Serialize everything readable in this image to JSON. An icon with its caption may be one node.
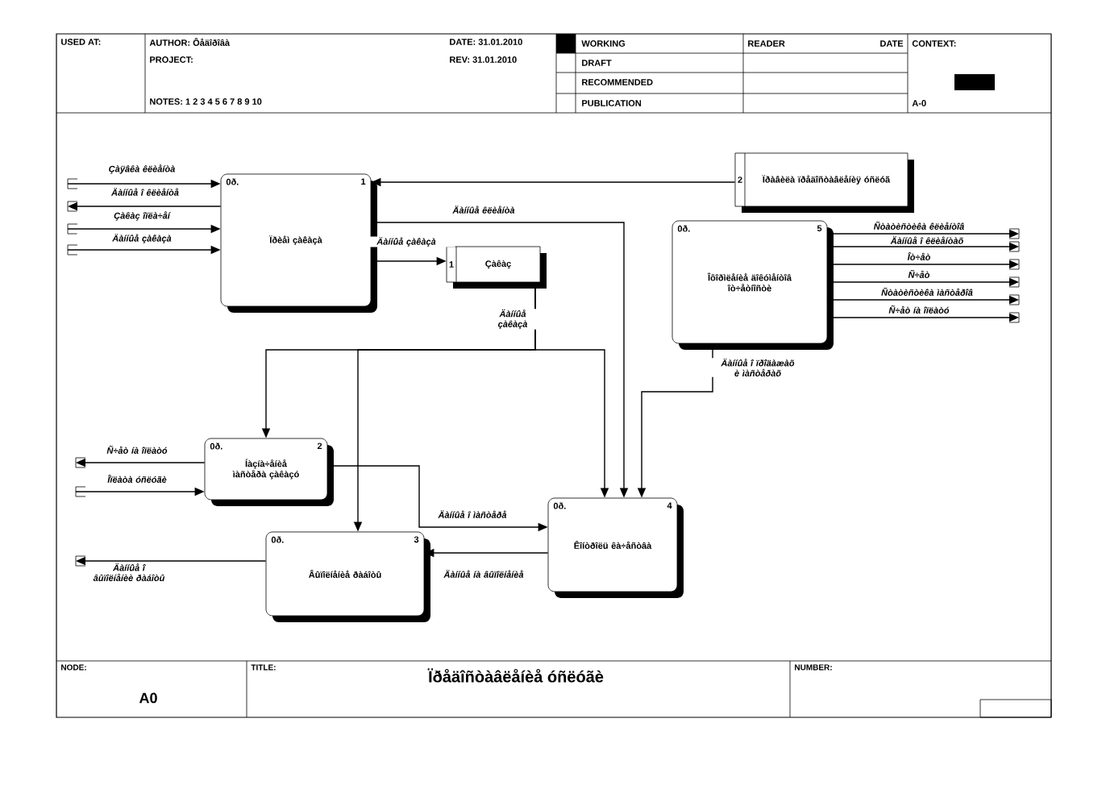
{
  "diagram": {
    "title": "Ïðåäîñòàâëåíèå óñëóãè",
    "nodes": [
      {
        "text": [
          "Ïðèåì çàêàçà",
          "0ð.",
          "1"
        ]
      },
      {
        "text": [
          "1",
          "Çàêàç"
        ]
      },
      {
        "text": [
          "2",
          "Ïðàâèëà ïðåäîñòàâëåíèÿ óñëóã"
        ]
      },
      {
        "text": [
          "Îôîðìëåíèå äîêóìåíòîâ îò÷åòíîñòè",
          "0ð.",
          "5"
        ]
      },
      {
        "text": [
          "Íàçíà÷åíèå ìàñòåðà çàêàçó",
          "0ð.",
          "2"
        ]
      },
      {
        "text": [
          "Êîíòðîëü êà÷åñòâà",
          "0ð.",
          "4"
        ]
      },
      {
        "text": [
          "Âûïîëíåíèå ðàáîòû",
          "0ð.",
          "3"
        ]
      }
    ],
    "edges": [
      {
        "from": null,
        "to": 0,
        "arrow": "to",
        "label": "Çàÿâêà êëèåíòà"
      },
      {
        "from": 0,
        "to": null,
        "arrow": "to",
        "label": "Äàííûå î êëèåíòå"
      },
      {
        "from": null,
        "to": 0,
        "arrow": "to",
        "label": "Çàêàç îïëà÷åí"
      },
      {
        "from": null,
        "to": 0,
        "arrow": "to",
        "label": "Äàííûå çàêàçà"
      },
      {
        "from": 2,
        "to": 0,
        "arrow": "to"
      },
      {
        "from": 0,
        "to": 5,
        "arrow": "to",
        "label": "Äàííûå êëèåíòà"
      },
      {
        "from": 0,
        "to": 1,
        "arrow": "to",
        "label": "Äàííûå çàêàçà"
      },
      {
        "from": 1,
        "to": 4,
        "arrow": "to",
        "label": "Äàííûå çàêàçà"
      },
      {
        "from": 1,
        "to": 6,
        "arrow": "to"
      },
      {
        "from": 1,
        "to": 5,
        "arrow": "to"
      },
      {
        "from": 3,
        "to": 5,
        "arrow": "to",
        "label": "Äàííûå î ïðîäàæàõ è ìàñòåðàõ"
      },
      {
        "from": 3,
        "to": null,
        "arrow": "to",
        "label": "Ñòàòèñòèêà êëèåíòîâ"
      },
      {
        "from": 3,
        "to": null,
        "arrow": "to",
        "label": "Äàííûå î êëèåíòàõ"
      },
      {
        "from": 3,
        "to": null,
        "arrow": "to",
        "label": "Îò÷åò"
      },
      {
        "from": 3,
        "to": null,
        "arrow": "to",
        "label": "Ñ÷åò"
      },
      {
        "from": 3,
        "to": null,
        "arrow": "to",
        "label": "Ñòàòèñòèêà ìàñòåðîâ"
      },
      {
        "from": 3,
        "to": null,
        "arrow": "to",
        "label": "Ñ÷åò íà îïëàòó"
      },
      {
        "from": 4,
        "to": null,
        "arrow": "to",
        "label": "Ñ÷åò íà îïëàòó"
      },
      {
        "from": null,
        "to": 4,
        "arrow": "to",
        "label": "Îïëàòà óñëóãè"
      },
      {
        "from": 4,
        "to": 5,
        "arrow": "to",
        "label": "Äàííûå î ìàñòåðå"
      },
      {
        "from": 6,
        "to": null,
        "arrow": "to",
        "label": "Äàííûå î âûïîëíåíèè ðàáîòû"
      },
      {
        "from": 5,
        "to": 6,
        "arrow": "to",
        "label": "Äàííûå íà âûïîëíåíèå"
      }
    ],
    "labels": [
      "USED AT:",
      "AUTHOR: Ôåäîðîâà",
      "PROJECT:",
      "DATE: 31.01.2010",
      "REV: 31.01.2010",
      "NOTES: 1 2 3 4 5 6 7 8 9 10",
      "WORKING",
      "DRAFT",
      "RECOMMENDED",
      "PUBLICATION",
      "READER",
      "DATE",
      "CONTEXT:",
      "A-0",
      "NODE:",
      "A0",
      "TITLE:",
      "NUMBER:"
    ]
  }
}
